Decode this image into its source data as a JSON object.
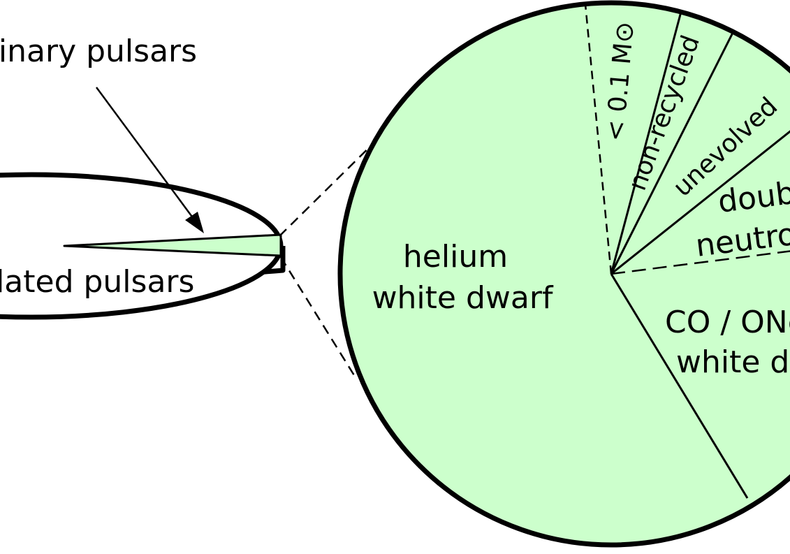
{
  "diagram": {
    "disc_labels": {
      "binary": "binary pulsars",
      "isolated": "isolated pulsars"
    },
    "pie_labels": {
      "helium_line1": "helium",
      "helium_line2": "white dwarf",
      "co_one_line1": "CO / ONe",
      "co_one_line2": "white dwarf",
      "double_line1": "double",
      "double_line2": "neutron star",
      "unevolved": "unevolved",
      "non_recycled": "non-recycled",
      "low_mass": "< 0.1 M⊙"
    },
    "colors": {
      "fill": "#ccffcc",
      "stroke": "#000000",
      "background": "#ffffff"
    }
  }
}
